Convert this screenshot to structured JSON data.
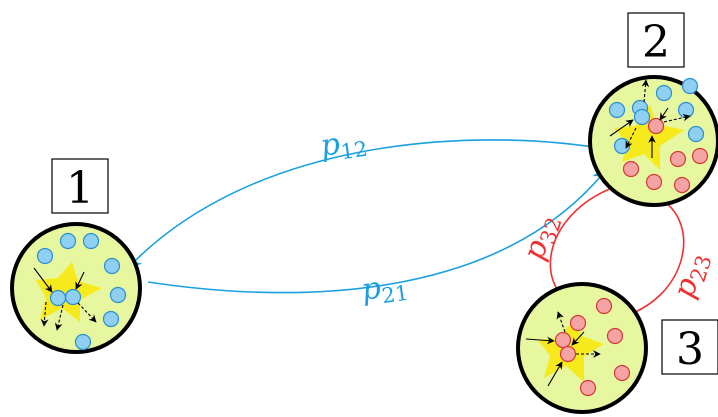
{
  "colors": {
    "patch_fill": "#e6f7a0",
    "patch_stroke": "#000000",
    "star_fill": "#f7ea1c",
    "blue_agent": "#8ecff2",
    "blue_agent_stroke": "#2a8fd0",
    "red_agent": "#f5a3a3",
    "red_agent_stroke": "#d23a3a",
    "blue_edge": "#1aa0e0",
    "red_edge": "#f03030"
  },
  "patches": [
    {
      "id": "1",
      "label": "1"
    },
    {
      "id": "2",
      "label": "2"
    },
    {
      "id": "3",
      "label": "3"
    }
  ],
  "edges": [
    {
      "id": "p12",
      "base": "p",
      "sub": "12",
      "color": "blue"
    },
    {
      "id": "p21",
      "base": "p",
      "sub": "21",
      "color": "blue"
    },
    {
      "id": "p32",
      "base": "p",
      "sub": "32",
      "color": "red"
    },
    {
      "id": "p23",
      "base": "p",
      "sub": "23",
      "color": "red"
    }
  ]
}
